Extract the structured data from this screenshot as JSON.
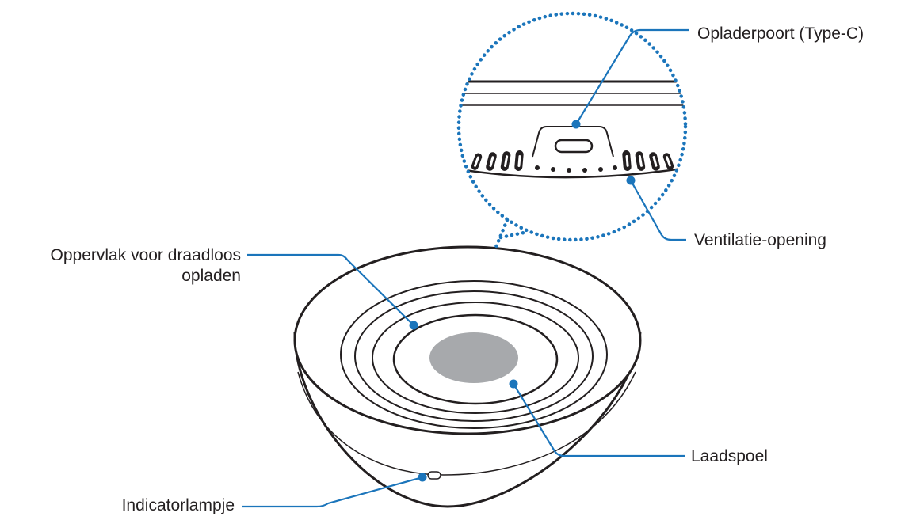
{
  "labels": {
    "charger_port": "Opladerpoort (Type-C)",
    "vent": "Ventilatie-opening",
    "surface_line1": "Oppervlak voor draadloos",
    "surface_line2": "opladen",
    "coil": "Laadspoel",
    "indicator": "Indicatorlampje"
  },
  "colors": {
    "leader": "#1b75bb",
    "outline": "#231f20",
    "coil_fill": "#a7a9ac",
    "text": "#231f20"
  }
}
